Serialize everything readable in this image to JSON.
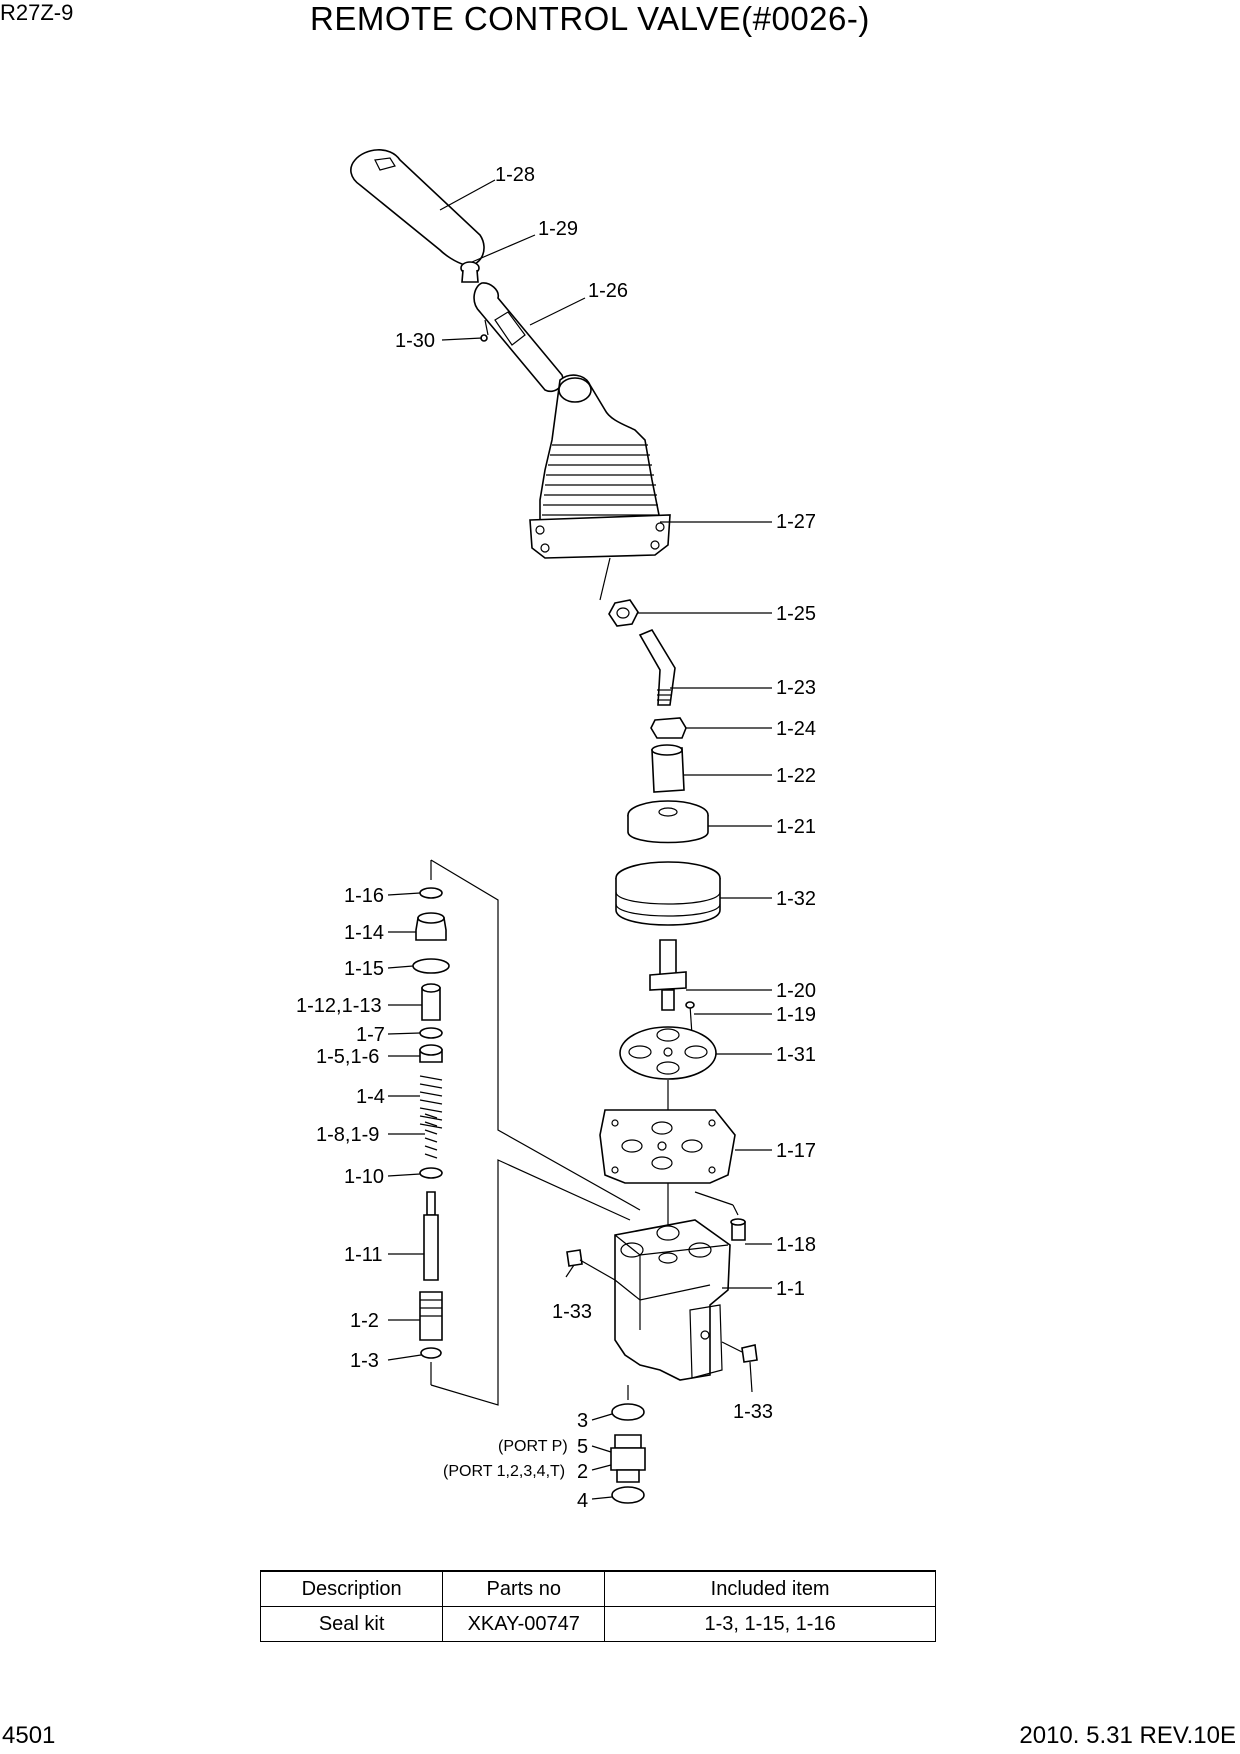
{
  "header": {
    "model": "R27Z-9",
    "title": "REMOTE CONTROL VALVE(#0026-)"
  },
  "footer": {
    "page": "4501",
    "date_rev": "2010. 5.31  REV.10E"
  },
  "labels": {
    "p1_28": "1-28",
    "p1_29": "1-29",
    "p1_26": "1-26",
    "p1_30": "1-30",
    "p1_27": "1-27",
    "p1_25": "1-25",
    "p1_23": "1-23",
    "p1_24": "1-24",
    "p1_22": "1-22",
    "p1_21": "1-21",
    "p1_32": "1-32",
    "p1_20": "1-20",
    "p1_19": "1-19",
    "p1_31": "1-31",
    "p1_17": "1-17",
    "p1_18": "1-18",
    "p1_1": "1-1",
    "p1_33a": "1-33",
    "p1_33b": "1-33",
    "p1_16": "1-16",
    "p1_14": "1-14",
    "p1_15": "1-15",
    "p1_12_13": "1-12,1-13",
    "p1_7": "1-7",
    "p1_5_6": "1-5,1-6",
    "p1_4": "1-4",
    "p1_8_9": "1-8,1-9",
    "p1_10": "1-10",
    "p1_11": "1-11",
    "p1_2": "1-2",
    "p1_3": "1-3",
    "p3": "3",
    "p5": "5",
    "p2": "2",
    "p4": "4",
    "port_p": "(PORT P)",
    "port_1234t": "(PORT 1,2,3,4,T)"
  },
  "seal_kit_table": {
    "headers": [
      "Description",
      "Parts no",
      "Included item"
    ],
    "rows": [
      [
        "Seal kit",
        "XKAY-00747",
        "1-3, 1-15, 1-16"
      ]
    ]
  }
}
